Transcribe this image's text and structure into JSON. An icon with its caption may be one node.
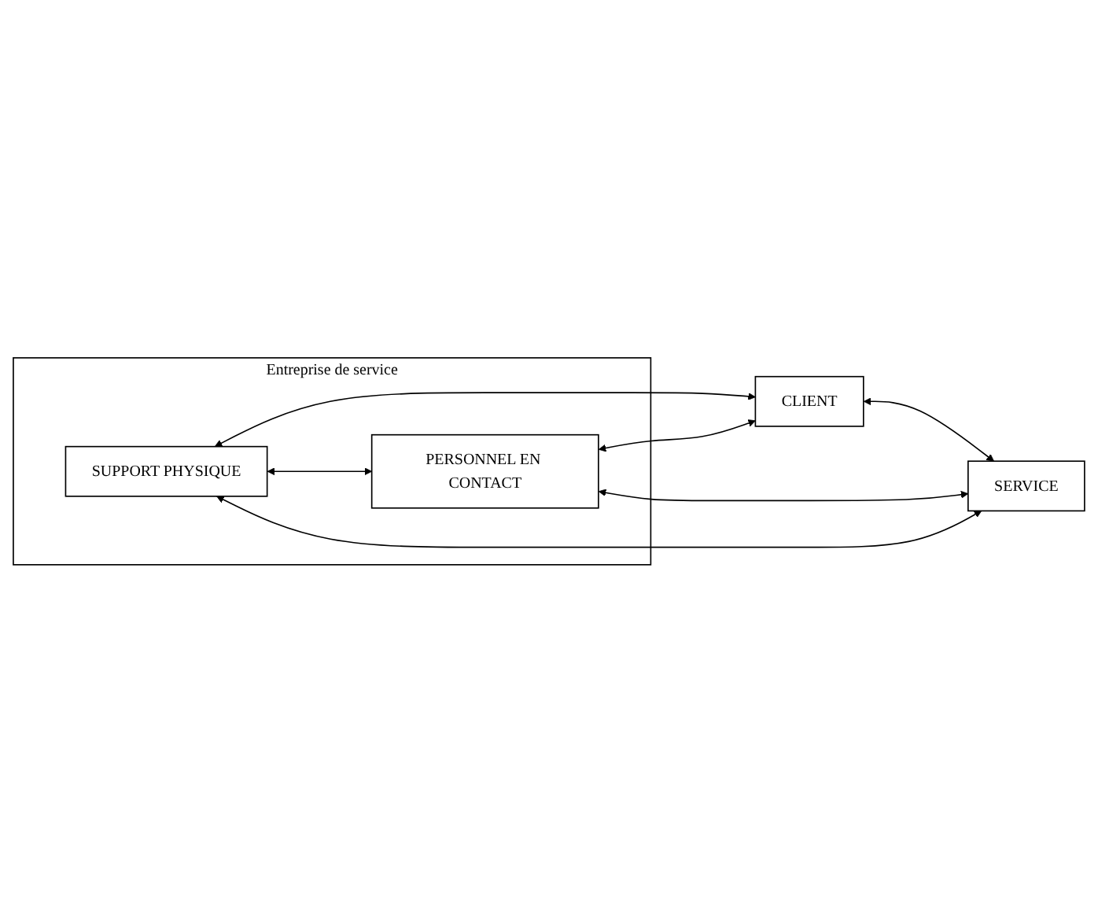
{
  "diagram": {
    "nodes": [
      {
        "text": [
          "Entreprise de service"
        ]
      },
      {
        "text": [
          "SUPPORT PHYSIQUE"
        ],
        "in": 0
      },
      {
        "text": [
          "PERSONNEL EN CONTACT"
        ],
        "in": 0
      },
      {
        "text": [
          "CLIENT"
        ]
      },
      {
        "text": [
          "SERVICE"
        ]
      }
    ],
    "edges": [
      {
        "from": 1,
        "to": 3,
        "arrow": "both"
      },
      {
        "from": 1,
        "to": 2,
        "arrow": "both"
      },
      {
        "from": 3,
        "to": 4,
        "arrow": "both"
      },
      {
        "from": 2,
        "to": 4,
        "arrow": "both"
      },
      {
        "from": 1,
        "to": 4,
        "arrow": "both"
      },
      {
        "from": 2,
        "to": 3,
        "arrow": "both"
      }
    ]
  }
}
